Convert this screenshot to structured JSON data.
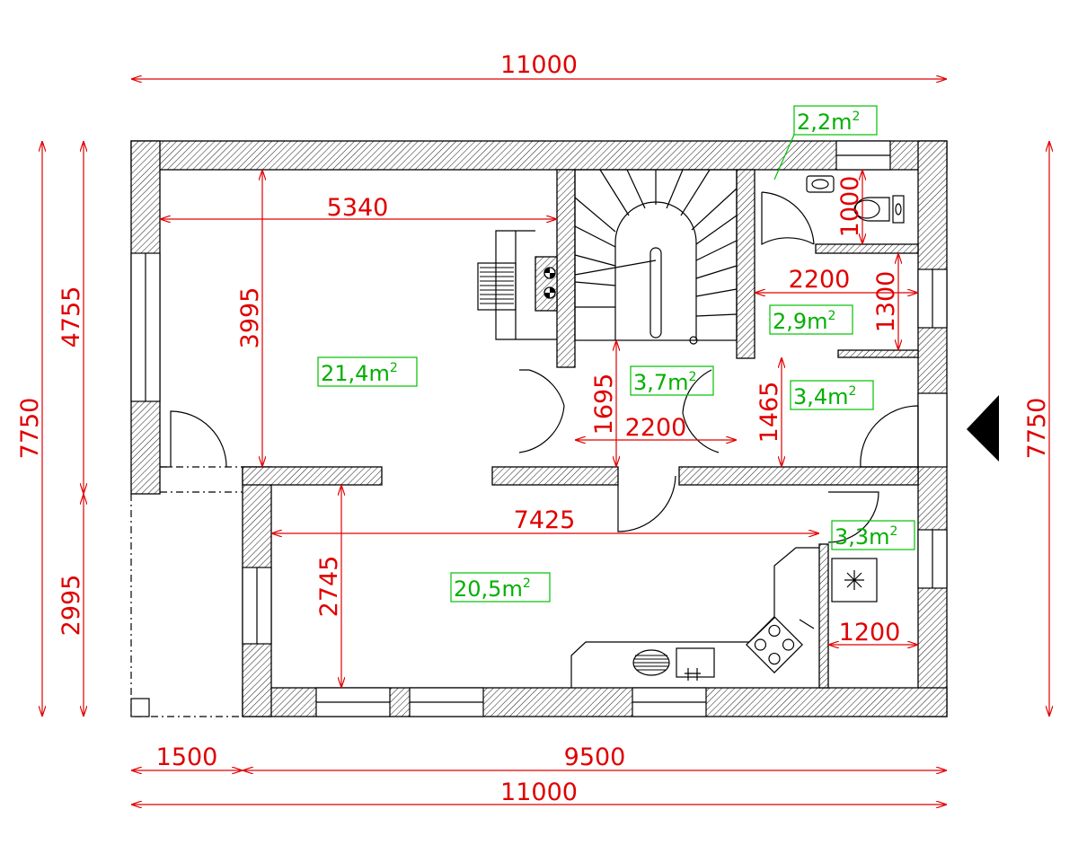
{
  "dimensions": {
    "top_total": "11000",
    "bottom_left": "1500",
    "bottom_main": "9500",
    "bottom_total": "11000",
    "left_total": "7750",
    "left_upper": "4755",
    "left_lower": "2995",
    "right_total": "7750",
    "living_width": "5340",
    "living_depth": "3995",
    "wc_depth": "1000",
    "corridor_width": "2200",
    "corridor_depth": "1300",
    "hall_depth": "1695",
    "hall_width": "2200",
    "vestibule_depth": "1465",
    "kitchen_width": "7425",
    "kitchen_depth": "2745",
    "pantry_width": "1200"
  },
  "areas": {
    "wc": "2,2m",
    "corridor": "2,9m",
    "hall": "3,7m",
    "vestibule": "3,4m",
    "living": "21,4m",
    "pantry": "3,3m",
    "kitchen": "20,5m",
    "unit_sup": "2"
  },
  "colors": {
    "dimension": "#e00000",
    "area_label": "#00b000",
    "wall": "#000000"
  },
  "icons": {
    "entrance_marker": "entrance-arrow-icon"
  }
}
